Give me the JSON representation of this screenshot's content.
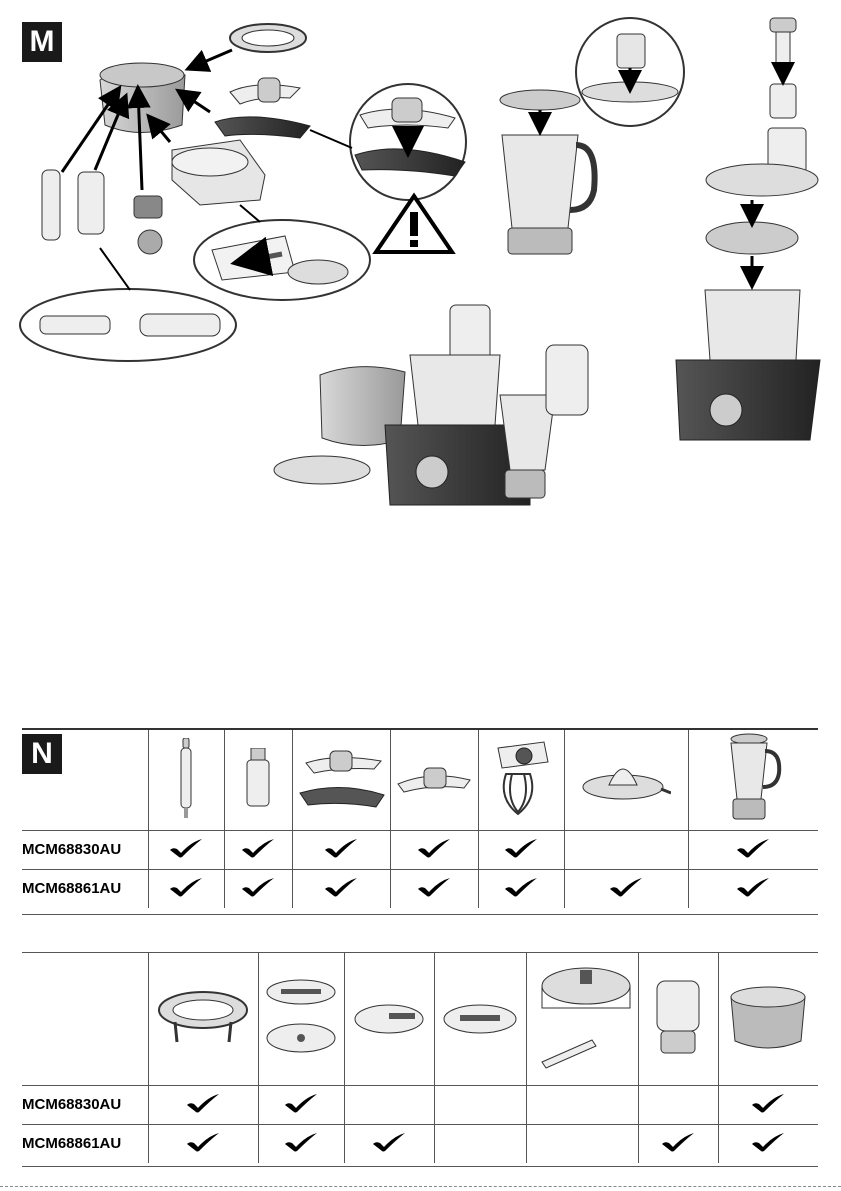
{
  "section_m": {
    "badge": "M"
  },
  "section_n": {
    "badge": "N",
    "table1": {
      "columns": [
        "blender-attachment-rod",
        "pusher",
        "knife-blade",
        "whisk-blade",
        "whisk-attachment",
        "citrus-press",
        "blender-jug"
      ],
      "rows": [
        {
          "model": "MCM68830AU",
          "checks": [
            true,
            true,
            true,
            true,
            true,
            false,
            true
          ]
        },
        {
          "model": "MCM68861AU",
          "checks": [
            true,
            true,
            true,
            true,
            true,
            true,
            true
          ]
        }
      ]
    },
    "table2": {
      "columns": [
        "disc-holder",
        "slicing-shredding-discs",
        "grating-disc",
        "fine-slicing-disc",
        "dicing-attachment",
        "mini-chopper",
        "storage-bag"
      ],
      "rows": [
        {
          "model": "MCM68830AU",
          "checks": [
            true,
            true,
            false,
            false,
            false,
            false,
            true
          ]
        },
        {
          "model": "MCM68861AU",
          "checks": [
            true,
            true,
            true,
            false,
            false,
            true,
            true
          ]
        }
      ]
    }
  }
}
